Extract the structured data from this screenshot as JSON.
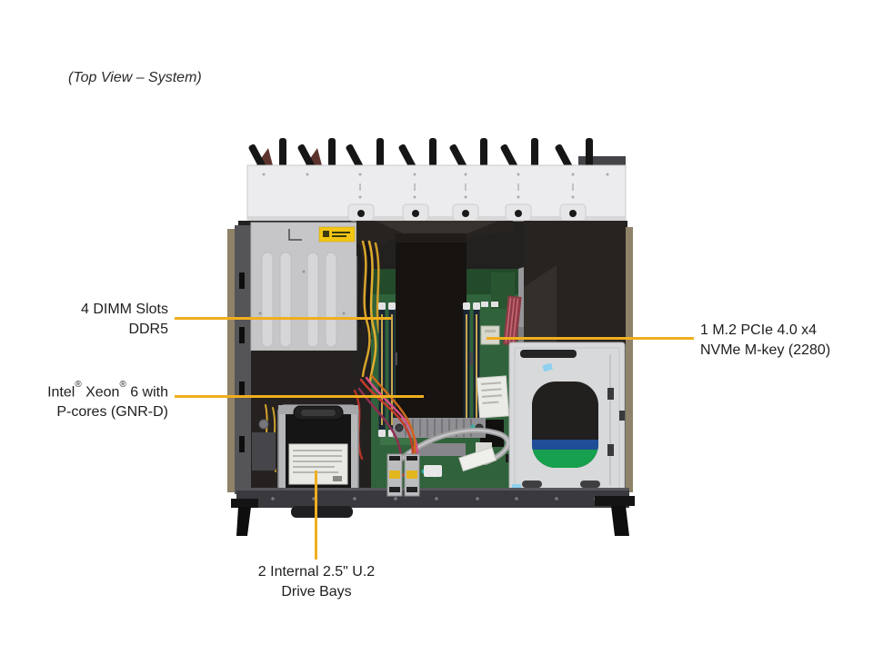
{
  "title": "(Top View – System)",
  "colors": {
    "background": "#FFFFFF",
    "callout_line": "#F0AF1E",
    "label_text": "#1E1E1E"
  },
  "callouts": {
    "dimm": {
      "line1": "4 DIMM Slots",
      "line2": "DDR5"
    },
    "cpu": {
      "brand": "Intel",
      "reg1": "®",
      "xeon": " Xeon",
      "reg2": "®",
      "tail": " 6 with",
      "line2": "P-cores (GNR-D)"
    },
    "m2": {
      "line1": "1 M.2 PCIe 4.0 x4",
      "line2": "NVMe M-key (2280)"
    },
    "drive_bays": {
      "line1": "2 Internal 2.5\" U.2",
      "line2": "Drive Bays"
    }
  }
}
